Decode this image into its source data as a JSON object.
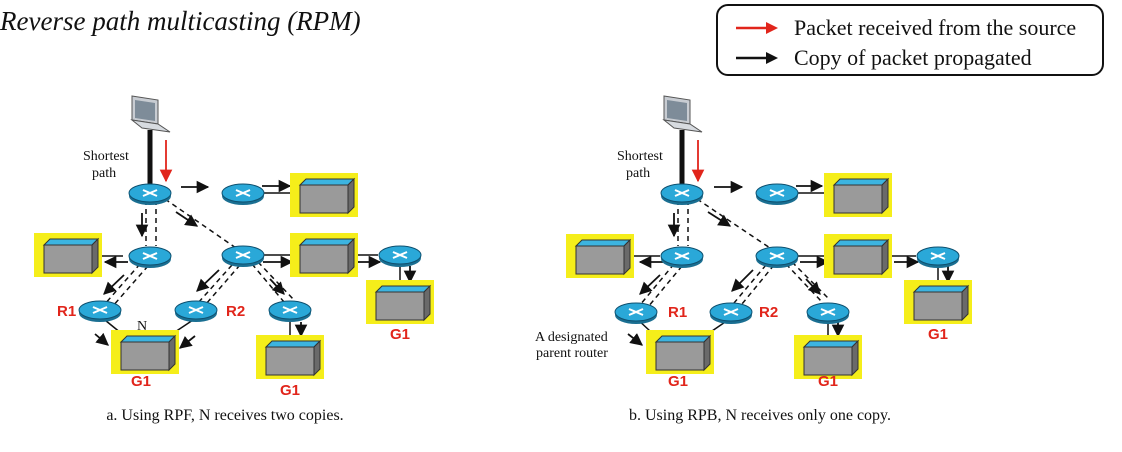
{
  "title": "Reverse path multicasting (RPM)",
  "legend": {
    "source": {
      "text": "Packet received from the source",
      "color": "#e1251b"
    },
    "propagated": {
      "text": "Copy of packet propagated",
      "color": "#111111"
    }
  },
  "panel_a": {
    "caption": "a. Using RPF, N receives two copies.",
    "shortest_path": [
      "Shortest",
      "path"
    ],
    "r1": "R1",
    "r2": "R2",
    "n": "N",
    "g1": "G1"
  },
  "panel_b": {
    "caption": "b. Using  RPB, N receives only one copy.",
    "shortest_path": [
      "Shortest",
      "path"
    ],
    "r1": "R1",
    "r2": "R2",
    "designated": [
      "A designated",
      "parent router"
    ],
    "g1": "G1"
  },
  "colors": {
    "router": "#2aa8d8",
    "host_front": "#9a9a9a",
    "host_top": "#3cb4e0",
    "highlight": "#f5ee1a",
    "accent_red": "#e1251b"
  }
}
